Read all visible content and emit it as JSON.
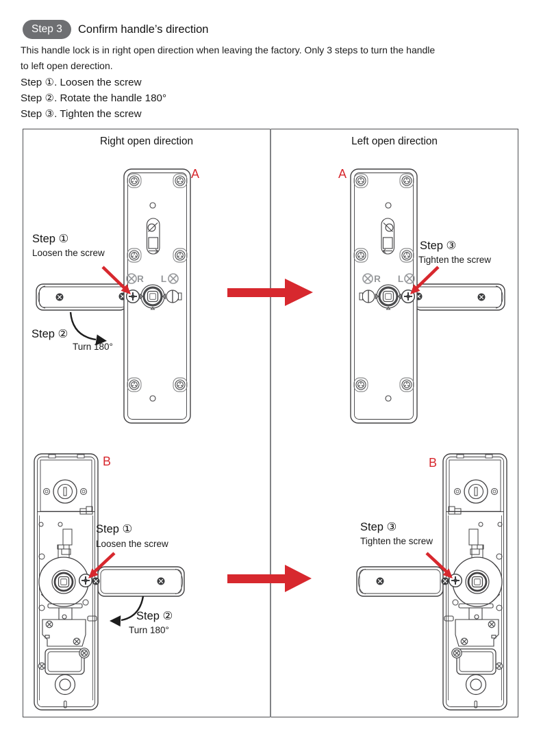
{
  "header": {
    "badge": "Step 3",
    "title": "Confirm handle’s direction",
    "description_lines": [
      "This handle lock is in right open direction when leaving the factory. Only 3 steps to turn the handle",
      "to left open derection."
    ],
    "steps": [
      "Step ①. Loosen the screw",
      "Step ②. Rotate the handle 180°",
      "Step ③. Tighten the screw"
    ]
  },
  "table": {
    "columns": [
      "Right open direction",
      "Left open direction"
    ]
  },
  "diagrams": {
    "top_left": {
      "part_label": "A",
      "step1_title": "Step ①",
      "step1_caption": "Loosen the screw",
      "step2_title": "Step ②",
      "step2_caption": "Turn 180°",
      "marking_r": "R",
      "marking_l": "L"
    },
    "top_right": {
      "part_label": "A",
      "step3_title": "Step ③",
      "step3_caption": "Tighten the screw",
      "marking_r": "R",
      "marking_l": "L"
    },
    "bottom_left": {
      "part_label": "B",
      "step1_title": "Step ①",
      "step1_caption": "Loosen the screw",
      "step2_title": "Step ②",
      "step2_caption": "Turn 180°"
    },
    "bottom_right": {
      "part_label": "B",
      "step3_title": "Step ③",
      "step3_caption": "Tighten the screw"
    }
  },
  "colors": {
    "accent_red": "#d7282e",
    "badge_gray": "#6e6f72",
    "line_dark": "#414042",
    "line_gray": "#95979a"
  }
}
